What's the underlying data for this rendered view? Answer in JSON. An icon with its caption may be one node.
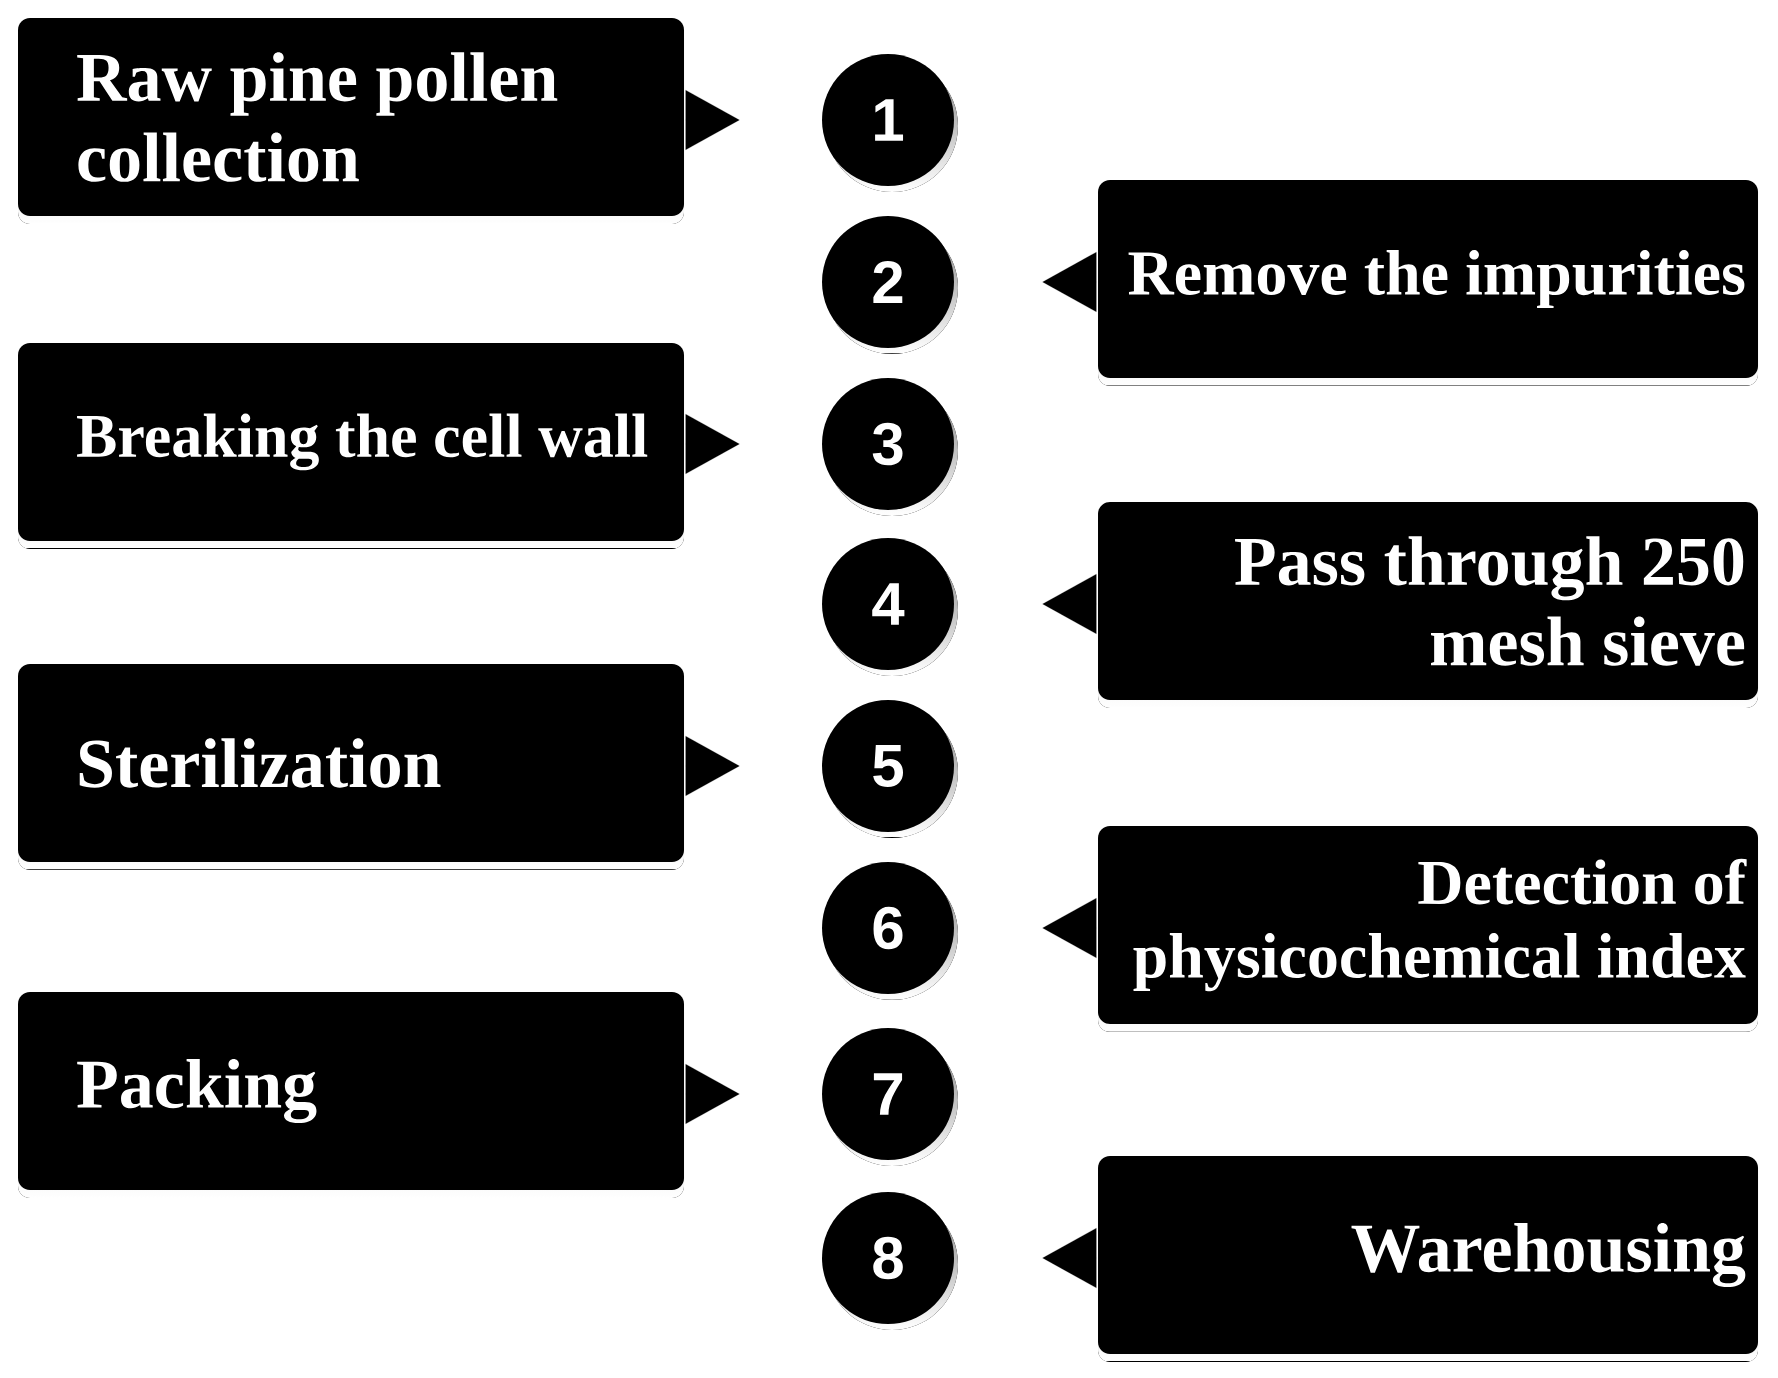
{
  "diagram": {
    "nodes": [
      {
        "text": [
          "Raw pine pollen collection"
        ]
      },
      {
        "text": [
          "1"
        ]
      },
      {
        "text": [
          "2"
        ]
      },
      {
        "text": [
          "Remove the impurities"
        ]
      },
      {
        "text": [
          "Breaking the cell wall"
        ]
      },
      {
        "text": [
          "3"
        ]
      },
      {
        "text": [
          "4"
        ]
      },
      {
        "text": [
          "Pass through 250 mesh sieve"
        ]
      },
      {
        "text": [
          "Sterilization"
        ]
      },
      {
        "text": [
          "5"
        ]
      },
      {
        "text": [
          "6"
        ]
      },
      {
        "text": [
          "Detection of physicochemical index"
        ]
      },
      {
        "text": [
          "Packing"
        ]
      },
      {
        "text": [
          "7"
        ]
      },
      {
        "text": [
          "8"
        ]
      },
      {
        "text": [
          "Warehousing"
        ]
      }
    ],
    "edges": [
      {
        "from": 0,
        "to": 1,
        "arrow": "to"
      },
      {
        "from": 3,
        "to": 2,
        "arrow": "to"
      },
      {
        "from": 4,
        "to": 5,
        "arrow": "to"
      },
      {
        "from": 7,
        "to": 6,
        "arrow": "to"
      },
      {
        "from": 8,
        "to": 9,
        "arrow": "to"
      },
      {
        "from": 11,
        "to": 10,
        "arrow": "to"
      },
      {
        "from": 12,
        "to": 13,
        "arrow": "to"
      },
      {
        "from": 15,
        "to": 14,
        "arrow": "to"
      }
    ]
  }
}
